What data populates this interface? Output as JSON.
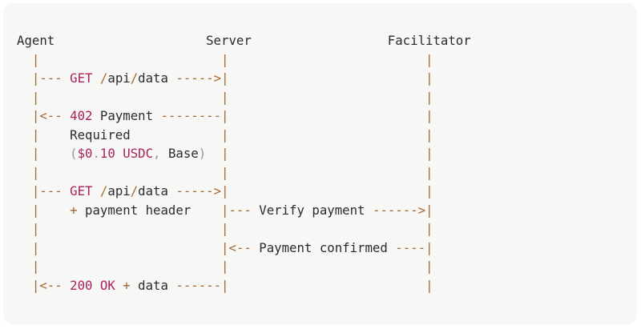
{
  "colors": {
    "background": "#ffffff",
    "card_bg": "#f7f7f5",
    "text": "#2b2b2b",
    "operator": "#a56932",
    "keyword": "#ab215f",
    "punctuation": "#969696"
  },
  "diagram": {
    "actors": [
      "Agent",
      "Server",
      "Facilitator"
    ],
    "legend": {
      "t": "plain-text",
      "o": "operator-arrow-lifeline",
      "k": "keyword-value",
      "p": "punctuation"
    },
    "lines": [
      [
        [
          "t",
          "Agent                    Server                  Facilitator"
        ]
      ],
      [
        [
          "o",
          "  |                        |                          |"
        ]
      ],
      [
        [
          "o",
          "  |--- "
        ],
        [
          "k",
          "GET"
        ],
        [
          "t",
          " "
        ],
        [
          "o",
          "/"
        ],
        [
          "t",
          "api"
        ],
        [
          "o",
          "/"
        ],
        [
          "t",
          "data"
        ],
        [
          "t",
          " "
        ],
        [
          "o",
          "----->|"
        ],
        [
          "t",
          "                          "
        ],
        [
          "o",
          "|"
        ]
      ],
      [
        [
          "o",
          "  |                        |                          |"
        ]
      ],
      [
        [
          "o",
          "  |<-- "
        ],
        [
          "k",
          "402"
        ],
        [
          "t",
          " Payment "
        ],
        [
          "o",
          "--------|"
        ],
        [
          "t",
          "                          "
        ],
        [
          "o",
          "|"
        ]
      ],
      [
        [
          "o",
          "  |"
        ],
        [
          "t",
          "    Required            "
        ],
        [
          "o",
          "|"
        ],
        [
          "t",
          "                          "
        ],
        [
          "o",
          "|"
        ]
      ],
      [
        [
          "o",
          "  |"
        ],
        [
          "t",
          "    "
        ],
        [
          "p",
          "("
        ],
        [
          "k",
          "$0"
        ],
        [
          "p",
          "."
        ],
        [
          "k",
          "10"
        ],
        [
          "t",
          " "
        ],
        [
          "k",
          "USDC"
        ],
        [
          "p",
          ","
        ],
        [
          "t",
          " Base"
        ],
        [
          "p",
          ")"
        ],
        [
          "t",
          "  "
        ],
        [
          "o",
          "|"
        ],
        [
          "t",
          "                          "
        ],
        [
          "o",
          "|"
        ]
      ],
      [
        [
          "o",
          "  |                        |                          |"
        ]
      ],
      [
        [
          "o",
          "  |--- "
        ],
        [
          "k",
          "GET"
        ],
        [
          "t",
          " "
        ],
        [
          "o",
          "/"
        ],
        [
          "t",
          "api"
        ],
        [
          "o",
          "/"
        ],
        [
          "t",
          "data"
        ],
        [
          "t",
          " "
        ],
        [
          "o",
          "----->|"
        ],
        [
          "t",
          "                          "
        ],
        [
          "o",
          "|"
        ]
      ],
      [
        [
          "o",
          "  |"
        ],
        [
          "t",
          "    "
        ],
        [
          "o",
          "+"
        ],
        [
          "t",
          " payment header    "
        ],
        [
          "o",
          "|--- "
        ],
        [
          "t",
          "Verify payment "
        ],
        [
          "o",
          "------>|"
        ]
      ],
      [
        [
          "o",
          "  |                        |                          |"
        ]
      ],
      [
        [
          "o",
          "  |"
        ],
        [
          "t",
          "                        "
        ],
        [
          "o",
          "|<-- "
        ],
        [
          "t",
          "Payment confirmed "
        ],
        [
          "o",
          "----|"
        ]
      ],
      [
        [
          "o",
          "  |                        |                          |"
        ]
      ],
      [
        [
          "o",
          "  |<-- "
        ],
        [
          "k",
          "200"
        ],
        [
          "t",
          " "
        ],
        [
          "k",
          "OK"
        ],
        [
          "t",
          " "
        ],
        [
          "o",
          "+"
        ],
        [
          "t",
          " data "
        ],
        [
          "o",
          "------|"
        ],
        [
          "t",
          "                          "
        ],
        [
          "o",
          "|"
        ]
      ]
    ]
  }
}
